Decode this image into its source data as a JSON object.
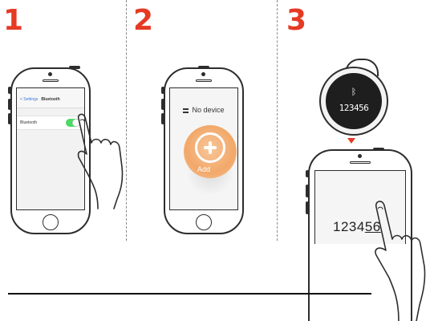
{
  "steps": [
    {
      "number": "1"
    },
    {
      "number": "2"
    },
    {
      "number": "3"
    }
  ],
  "accent_color": "#e63a24",
  "phone1": {
    "back_label": "< Settings",
    "nav_title": "Bluetooth",
    "bluetooth_label": "Bluetooth",
    "toggle_on": true,
    "toggle_color": "#4cd964"
  },
  "phone2": {
    "device_status": "No device",
    "add_label": "Add"
  },
  "tracker": {
    "bluetooth_symbol": "ᛒ",
    "code": "123456"
  },
  "phone3": {
    "code_prefix": "1234",
    "code_typed": "56"
  },
  "icons": [
    "bluetooth-icon",
    "add-icon",
    "list-icon",
    "down-arrow-icon",
    "hand-icon"
  ]
}
